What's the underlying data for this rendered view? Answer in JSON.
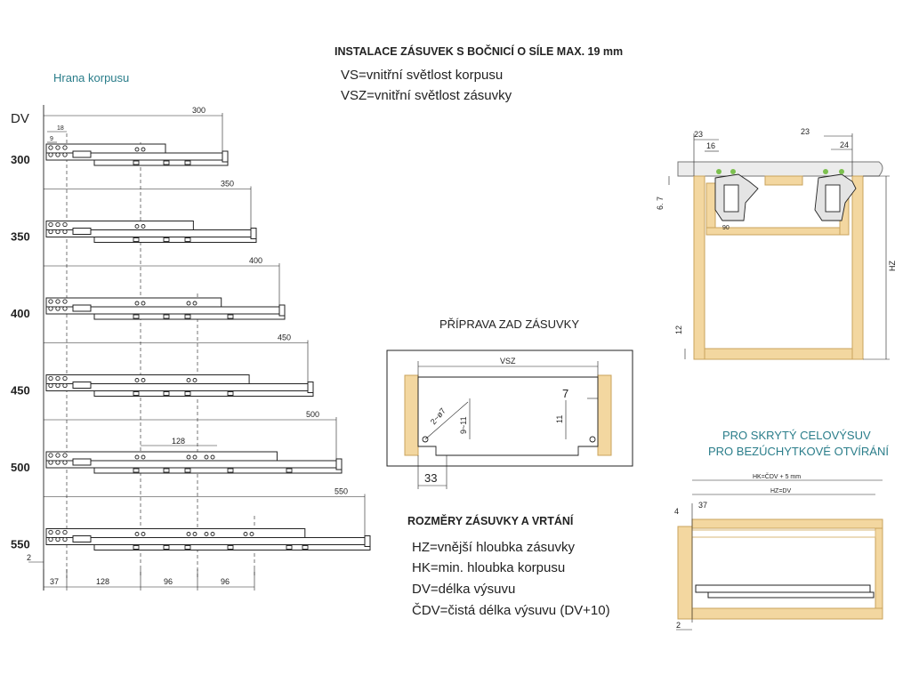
{
  "title": "INSTALACE ZÁSUVEK S BOČNICÍ O SÍLE MAX. 19 mm",
  "legend_top": [
    "VS=vnitřní světlost korpusu",
    "VSZ=vnitřní světlost zásuvky"
  ],
  "left_panel": {
    "edge_label": "Hrana korpusu",
    "axis_label": "DV",
    "top_dims": [
      "18",
      "9"
    ],
    "rows": [
      {
        "label": "300",
        "dim": "300",
        "len": 300
      },
      {
        "label": "350",
        "dim": "350",
        "len": 350
      },
      {
        "label": "400",
        "dim": "400",
        "len": 400
      },
      {
        "label": "450",
        "dim": "450",
        "len": 450
      },
      {
        "label": "500",
        "dim": "500",
        "len": 500
      },
      {
        "label": "550",
        "dim": "550",
        "len": 550
      }
    ],
    "mid_dim": "128",
    "bottom_dims": [
      "37",
      "128",
      "96",
      "96"
    ],
    "left_dim": "2"
  },
  "back_panel": {
    "title": "PŘÍPRAVA ZAD ZÁSUVKY",
    "vsz": "VSZ",
    "holes": "2~ø7",
    "range": "9~11",
    "d7": "7",
    "d11": "11",
    "d33": "33"
  },
  "sizes_panel": {
    "title": "ROZMĚRY ZÁSUVKY A VRTÁNÍ",
    "items": [
      "HZ=vnější hloubka zásuvky",
      "HK=min. hloubka korpusu",
      "DV=délka výsuvu",
      "ČDV=čistá délka výsuvu (DV+10)"
    ]
  },
  "front_panel": {
    "d23a": "23",
    "d16": "16",
    "d23b": "23",
    "d24": "24",
    "d67": "6. 7",
    "d90": "90",
    "d12": "12",
    "hz": "HZ"
  },
  "side_panel": {
    "title_lines": [
      "PRO SKRYTÝ CELOVÝSUV",
      "PRO BEZÚCHYTKOVÉ OTVÍRÁNÍ"
    ],
    "hk": "HK=ČDV + 5 mm",
    "hz": "HZ=DV",
    "d4": "4",
    "d37": "37",
    "d2": "2"
  },
  "colors": {
    "wood": "#f3d7a0",
    "wood_edge": "#c9a35c",
    "accent_text": "#2a7d8a",
    "pin": "#7cc04f"
  }
}
